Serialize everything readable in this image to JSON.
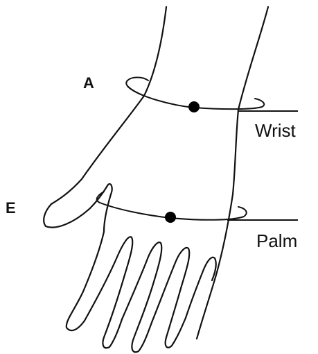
{
  "diagram": {
    "letters": {
      "a": "A",
      "e": "E"
    },
    "labels": {
      "wrist": "Wrist",
      "palm": "Palm"
    }
  }
}
